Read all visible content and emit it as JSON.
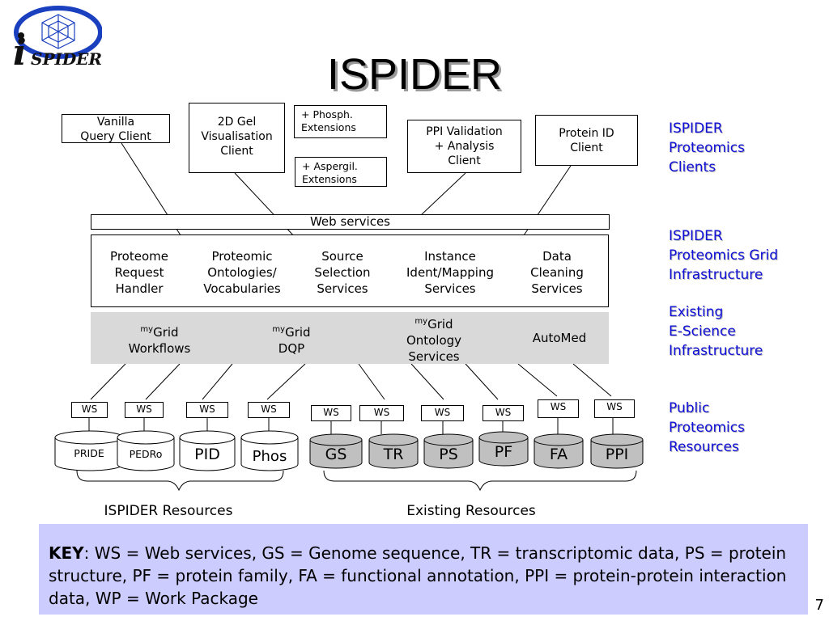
{
  "title": "ISPIDER",
  "logo": {
    "text": "SPIDER",
    "initial": "i"
  },
  "clients": {
    "vanilla": "Vanilla\nQuery Client",
    "gel": "2D Gel\nVisualisation\nClient",
    "phosph": "+ Phosph.\nExtensions",
    "aspergil": "+ Aspergil.\nExtensions",
    "ppi": "PPI Validation\n+ Analysis\nClient",
    "protein_id": "Protein ID\nClient"
  },
  "web_services": "Web services",
  "services": [
    "Proteome\nRequest\nHandler",
    "Proteomic\nOntologies/\nVocabularies",
    "Source\nSelection\nServices",
    "Instance\nIdent/Mapping\nServices",
    "Data\nCleaning\nServices"
  ],
  "mygrid": {
    "prefix": "my",
    "workflows_a": "Grid",
    "workflows_b": "Workflows",
    "dqp_a": "Grid",
    "dqp_b": "DQP",
    "ontology_a": "Grid",
    "ontology_b": "Ontology\nServices",
    "automed": "AutoMed"
  },
  "layers": {
    "clients": "ISPIDER\nProteomics\nClients",
    "grid": "ISPIDER\nProteomics Grid\nInfrastructure",
    "escience": "Existing\nE-Science\nInfrastructure",
    "public": "Public\nProteomics\nResources"
  },
  "ws_label": "WS",
  "ispider_resources": [
    "PRIDE",
    "PEDRo",
    "PID",
    "Phos"
  ],
  "existing_resources": [
    "GS",
    "TR",
    "PS",
    "PF",
    "FA",
    "PPI"
  ],
  "group_labels": {
    "ispider": "ISPIDER Resources",
    "existing": "Existing Resources"
  },
  "key": {
    "label": "KEY",
    "text": ": WS = Web services, GS = Genome sequence, TR = transcriptomic data, PS = protein structure, PF = protein family, FA = functional annotation, PPI = protein-protein interaction data, WP = Work Package"
  },
  "page_number": "7",
  "colors": {
    "layer_text": "#1010d8",
    "key_bg": "#ccccff",
    "infra_bg": "#d9d9d9",
    "existing_db": "#c0c0c0"
  }
}
